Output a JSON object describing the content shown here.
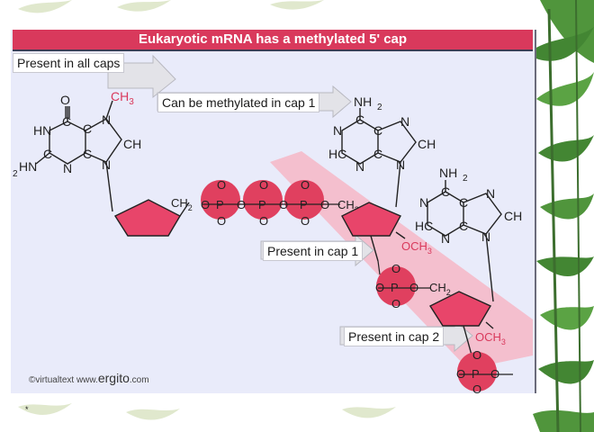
{
  "title": "Eukaryotic mRNA has a methylated 5' cap",
  "labels": {
    "all_caps": "Present in all caps",
    "methylated_cap1": "Can be methylated in cap 1",
    "present_cap1": "Present in cap 1",
    "present_cap2": "Present in cap 2"
  },
  "atoms": {
    "O": "O",
    "N": "N",
    "C": "C",
    "P": "P",
    "H": "H",
    "HN": "HN",
    "HC": "HC",
    "CH": "CH",
    "CH2": "CH",
    "NH2": "NH",
    "H2N": "HN",
    "CH3": "CH",
    "OCH3": "OCH",
    "sub2": "2",
    "sub3": "3"
  },
  "credit": {
    "prefix": "©virtualtext  www.",
    "brand": "ergito",
    "suffix": ".com"
  },
  "footnote": "*",
  "colors": {
    "accent": "#d9395c",
    "phosphate": "#e0405f",
    "ribose": "#e8456a",
    "band": "#f6b7c6",
    "background": "#e9ebfa",
    "leaf": "#2f7a1e"
  }
}
